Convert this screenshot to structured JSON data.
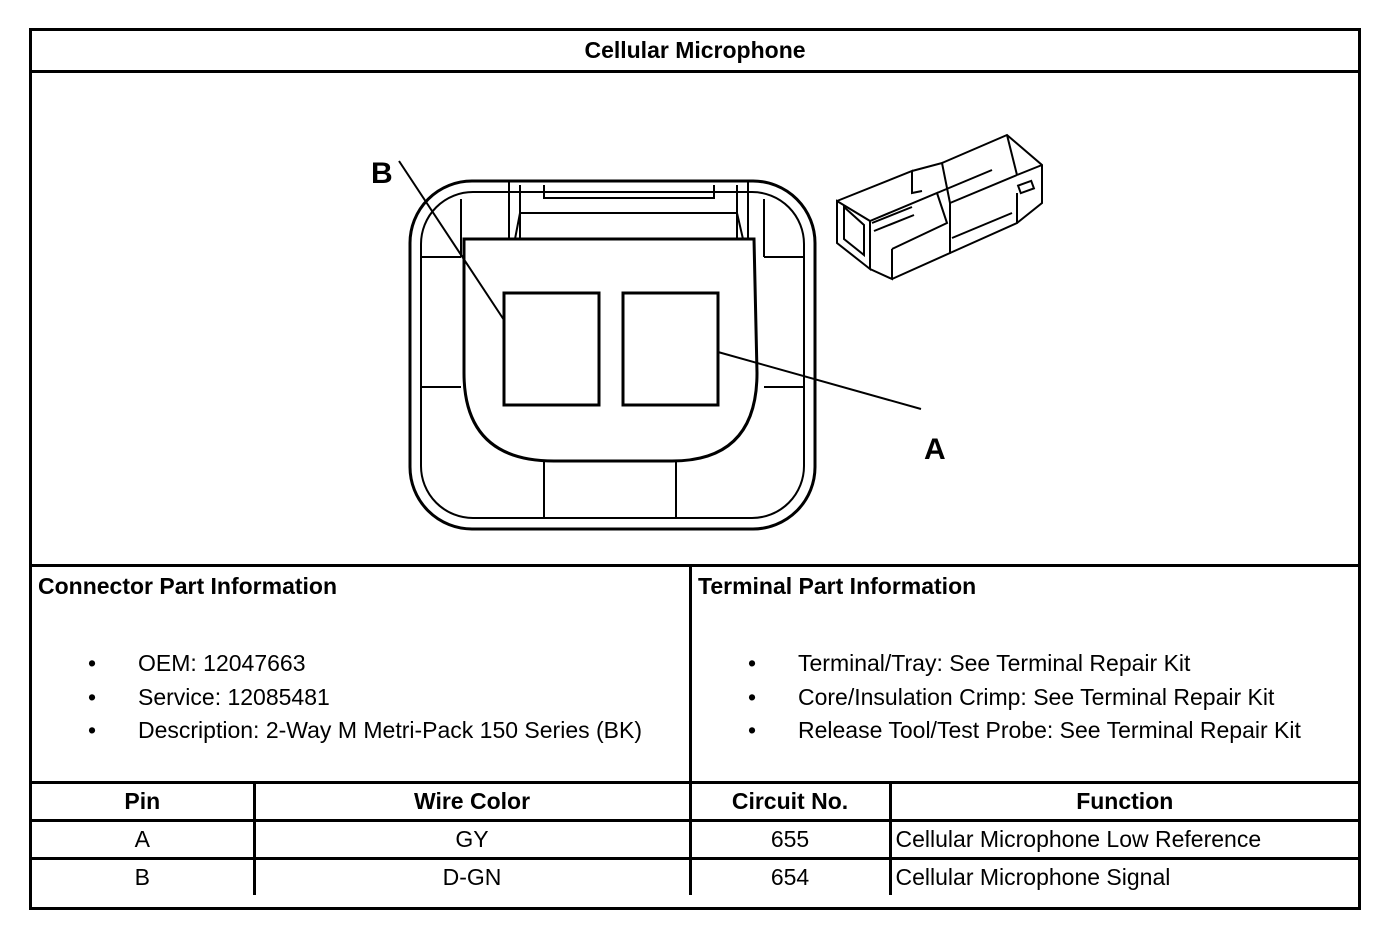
{
  "title": "Cellular Microphone",
  "diagram": {
    "label_a": "A",
    "label_b": "B"
  },
  "connector_info": {
    "heading": "Connector Part Information",
    "items": [
      "OEM: 12047663",
      "Service: 12085481",
      "Description: 2-Way M Metri-Pack 150 Series (BK)"
    ]
  },
  "terminal_info": {
    "heading": "Terminal Part Information",
    "items": [
      "Terminal/Tray: See Terminal Repair Kit",
      "Core/Insulation Crimp: See Terminal Repair Kit",
      "Release Tool/Test Probe: See Terminal Repair Kit"
    ]
  },
  "bullet_glyph": "•",
  "pin_table": {
    "headers": [
      "Pin",
      "Wire Color",
      "Circuit No.",
      "Function"
    ],
    "rows": [
      [
        "A",
        "GY",
        "655",
        "Cellular Microphone Low Reference"
      ],
      [
        "B",
        "D-GN",
        "654",
        "Cellular Microphone Signal"
      ]
    ]
  }
}
